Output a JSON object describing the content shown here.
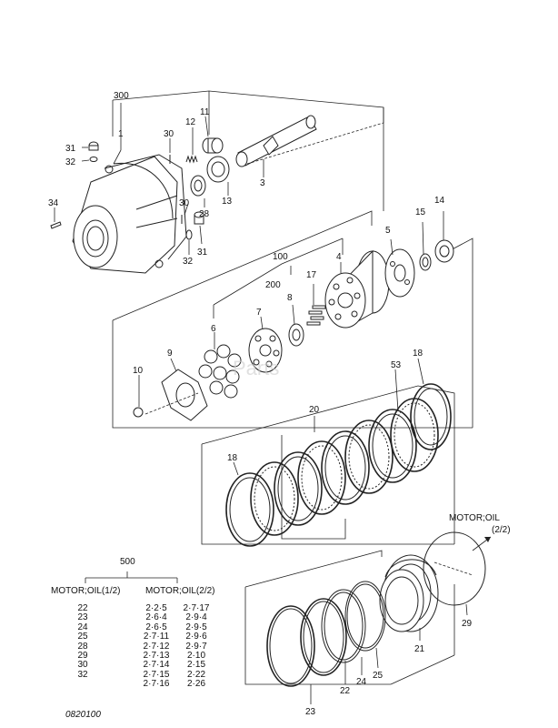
{
  "labels": {
    "l300": "300",
    "l1": "1",
    "l30a": "30",
    "l12": "12",
    "l11": "11",
    "l31a": "31",
    "l32a": "32",
    "l34": "34",
    "l3": "3",
    "l13": "13",
    "l28": "28",
    "l30b": "30",
    "l31b": "31",
    "l32b": "32",
    "l14": "14",
    "l15": "15",
    "l5": "5",
    "l100": "100",
    "l4": "4",
    "l17": "17",
    "l200": "200",
    "l8": "8",
    "l7": "7",
    "l6": "6",
    "l9": "9",
    "l10": "10",
    "l18a": "18",
    "l53": "53",
    "l20": "20",
    "l18b": "18",
    "l21": "21",
    "l29": "29",
    "l22": "22",
    "l23": "23",
    "l24": "24",
    "l25": "25",
    "ref_title": "MOTOR;OIL",
    "ref_page": "(2/2)"
  },
  "watermark": "Parts",
  "table": {
    "group": "500",
    "left_header": "MOTOR;OIL(1/2)",
    "right_header": "MOTOR;OIL(2/2)",
    "left_items": [
      "22",
      "23",
      "24",
      "25",
      "28",
      "29",
      "30",
      "32"
    ],
    "mid_items": [
      "2·2·5",
      "2·6·4",
      "2·6·5",
      "2·7·11",
      "2·7·12",
      "2·7·13",
      "2·7·14",
      "2·7·15",
      "2·7·16"
    ],
    "right_items": [
      "2·7·17",
      "2·9·4",
      "2·9·5",
      "2·9·6",
      "2·9·7",
      "2·10",
      "2·15",
      "2·22",
      "2·26"
    ]
  },
  "drawing_code": "0820100"
}
